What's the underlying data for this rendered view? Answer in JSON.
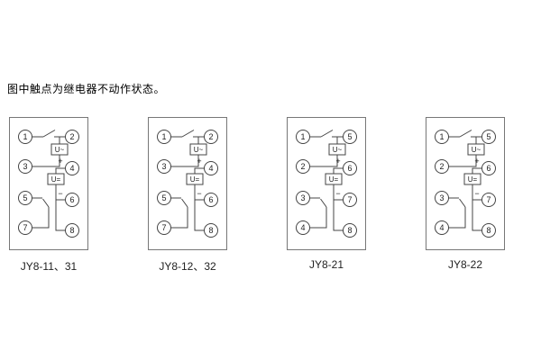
{
  "note": "图中触点为继电器不动作状态。",
  "diagram_colors": {
    "line": "#444444",
    "border": "#777777",
    "background": "#ffffff"
  },
  "panels": [
    {
      "label": "JY8-11、31",
      "left_terminals": [
        "1",
        "3",
        "5",
        "7"
      ],
      "right_terminals": [
        "2",
        "4",
        "6",
        "8"
      ],
      "ac_label": "U~",
      "dc_label": "U=",
      "plus": "+",
      "minus": "−"
    },
    {
      "label": "JY8-12、32",
      "left_terminals": [
        "1",
        "3",
        "5",
        "7"
      ],
      "right_terminals": [
        "2",
        "4",
        "6",
        "8"
      ],
      "ac_label": "U~",
      "dc_label": "U=",
      "plus": "+",
      "minus": "−"
    },
    {
      "label": "JY8-21",
      "left_terminals": [
        "1",
        "2",
        "3",
        "4"
      ],
      "right_terminals": [
        "5",
        "6",
        "7",
        "8"
      ],
      "ac_label": "U~",
      "dc_label": "U=",
      "plus": "+",
      "minus": "−"
    },
    {
      "label": "JY8-22",
      "left_terminals": [
        "1",
        "2",
        "3",
        "4"
      ],
      "right_terminals": [
        "5",
        "6",
        "7",
        "8"
      ],
      "ac_label": "U~",
      "dc_label": "U=",
      "plus": "+",
      "minus": "−"
    }
  ]
}
